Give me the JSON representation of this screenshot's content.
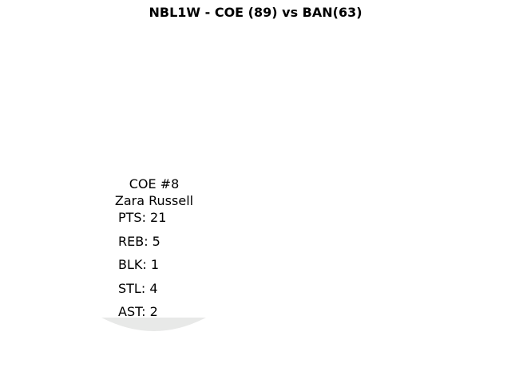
{
  "title": "NBL1W - COE (89) vs BAN(63)",
  "player": {
    "team_number": "COE #8",
    "name": "Zara Russell"
  },
  "stats": [
    {
      "label": "PTS: 21"
    },
    {
      "label": "REB: 5"
    },
    {
      "label": "BLK: 1"
    },
    {
      "label": "STL: 4"
    },
    {
      "label": "AST: 2"
    }
  ],
  "colors": {
    "arc_fill": "#e8e9e8",
    "text": "#000000"
  }
}
